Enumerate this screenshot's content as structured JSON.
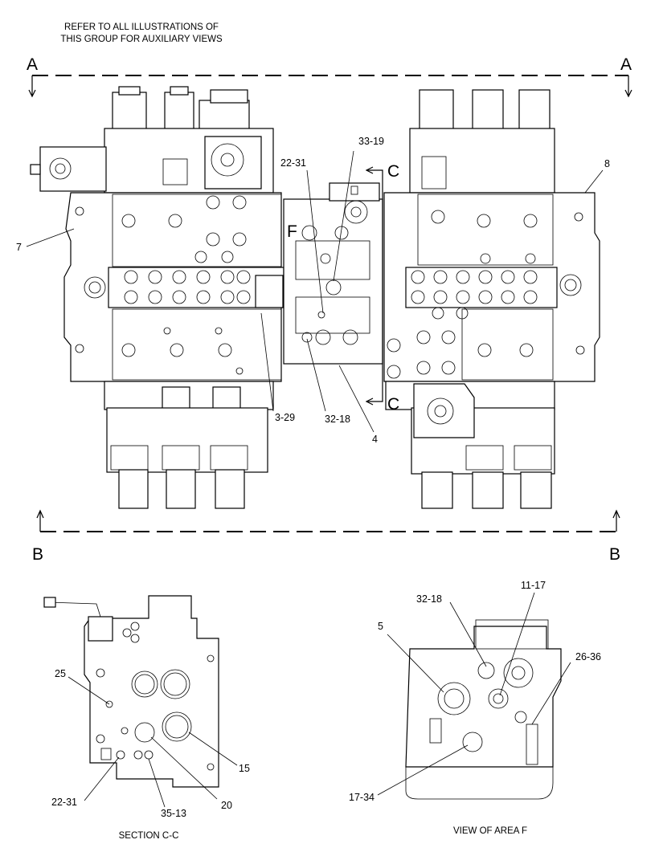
{
  "note": {
    "line1": "REFER TO ALL ILLUSTRATIONS OF",
    "line2": "THIS GROUP FOR AUXILIARY VIEWS"
  },
  "section_markers": {
    "a_left": "A",
    "a_right": "A",
    "b_left": "B",
    "b_right": "B",
    "c_top": "C",
    "c_bottom": "C",
    "f": "F"
  },
  "main_view": {
    "callouts": {
      "c7": "7",
      "c8": "8",
      "c22_31": "22-31",
      "c33_19": "33-19",
      "c3_29": "3-29",
      "c32_18": "32-18",
      "c4": "4"
    }
  },
  "section_cc": {
    "caption": "SECTION C-C",
    "callouts": {
      "c25": "25",
      "c15": "15",
      "c20": "20",
      "c22_31": "22-31",
      "c35_13": "35-13"
    }
  },
  "view_f": {
    "caption": "VIEW OF AREA F",
    "callouts": {
      "c5": "5",
      "c32_18": "32-18",
      "c11_17": "11-17",
      "c26_36": "26-36",
      "c17_34": "17-34"
    }
  }
}
